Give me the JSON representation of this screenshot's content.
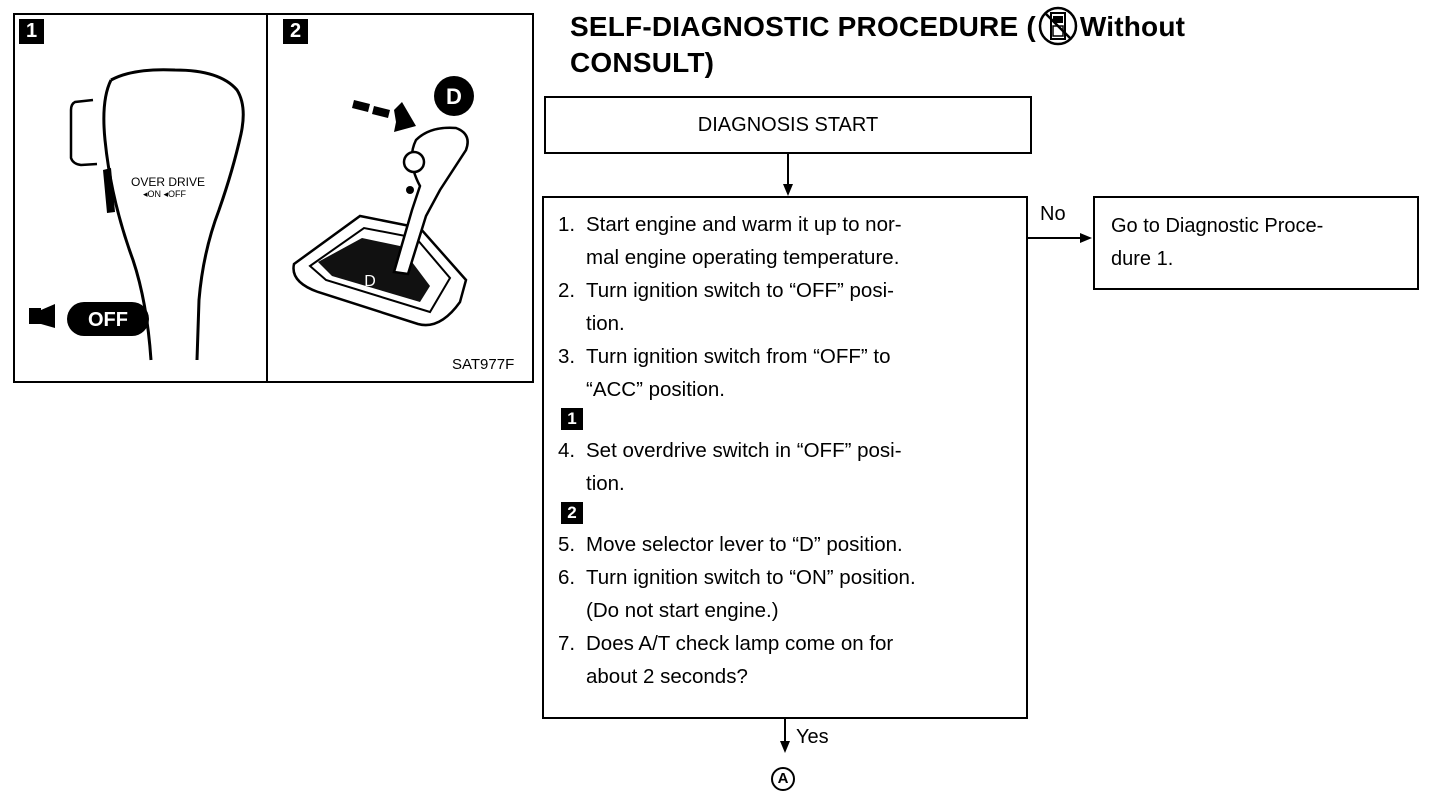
{
  "figure": {
    "panel_numbers": [
      "1",
      "2"
    ],
    "overdrive_label": "OVER DRIVE",
    "overdrive_sublabel": "◂ON ◂OFF",
    "off_badge": "OFF",
    "d_badge": "D",
    "gate_label": "D",
    "figure_code": "SAT977F"
  },
  "title": {
    "line1_start": "SELF-DIAGNOSTIC PROCEDURE (",
    "line1_end": "Without",
    "line2": "CONSULT)",
    "icon": "no-consult-icon"
  },
  "flow": {
    "start_label": "DIAGNOSIS START",
    "steps": [
      {
        "num": "1.",
        "text": "Start engine and warm it up to nor-"
      },
      {
        "num": "",
        "text": "mal engine operating temperature."
      },
      {
        "num": "2.",
        "text": "Turn ignition switch to “OFF” posi-"
      },
      {
        "num": "",
        "text": "tion."
      },
      {
        "num": "3.",
        "text": "Turn ignition switch from “OFF” to"
      },
      {
        "num": "",
        "text": "“ACC” position."
      },
      {
        "num": "4.",
        "text": "Set overdrive switch in “OFF” posi-"
      },
      {
        "num": "",
        "text": "tion."
      },
      {
        "num": "5.",
        "text": "Move selector lever to “D” position."
      },
      {
        "num": "6.",
        "text": "Turn ignition switch to “ON” position."
      },
      {
        "num": "",
        "text": "(Do not start engine.)"
      },
      {
        "num": "7.",
        "text": "Does A/T check lamp come on for"
      },
      {
        "num": "",
        "text": "about 2 seconds?"
      }
    ],
    "markers": [
      "1",
      "2"
    ],
    "no_label": "No",
    "no_box_line1": "Go to Diagnostic Proce-",
    "no_box_line2": "dure 1.",
    "yes_label": "Yes",
    "connector": "A"
  }
}
